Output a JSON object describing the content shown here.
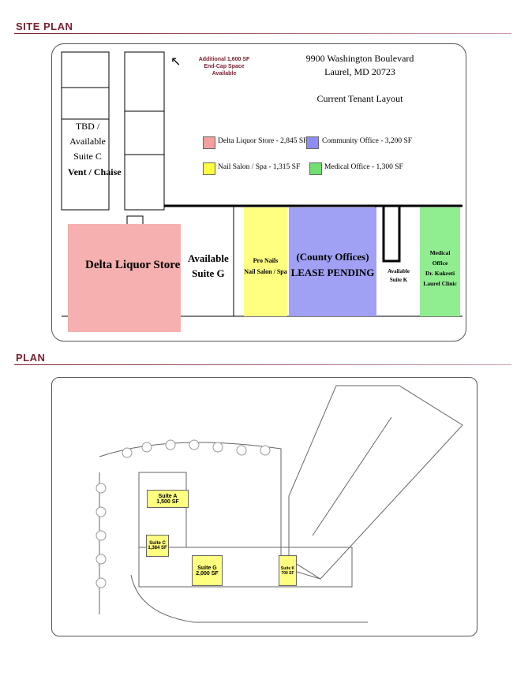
{
  "site_plan": {
    "heading": "SITE PLAN",
    "address_line1": "9900 Washington Boulevard",
    "address_line2": "Laurel, MD  20723",
    "subtitle": "Current Tenant Layout",
    "callout": [
      "Additional 1,600 SF",
      "End-Cap Space",
      "Available"
    ],
    "legend": [
      {
        "label": "Delta Liquor Store - 2,845 SF",
        "color": "#f4a0a0"
      },
      {
        "label": "Community Office - 3,200 SF",
        "color": "#8c8cf4"
      },
      {
        "label": "Nail Salon / Spa - 1,315 SF",
        "color": "#ffff40"
      },
      {
        "label": "Medical Office - 1,300 SF",
        "color": "#70e070"
      }
    ],
    "rooms": {
      "suite_c": [
        "TBD / Available",
        "Suite C"
      ],
      "vent": "Vent / Chaise",
      "delta": "Delta Liquor Store",
      "suite_g": [
        "Available",
        "Suite G"
      ],
      "nails": [
        "Pro Nails",
        "Nail Salon / Spa"
      ],
      "county": [
        "(County Offices)",
        "LEASE PENDING"
      ],
      "suite_k": [
        "Available",
        "Suite K"
      ],
      "medical": [
        "Medical",
        "Office",
        "Dr. Kukreti",
        "Laurel Clinic"
      ]
    }
  },
  "plan": {
    "heading": "PLAN",
    "suites": [
      {
        "name": "Suite A",
        "area": "1,500 SF"
      },
      {
        "name": "Suite C",
        "area": "1,384 SF"
      },
      {
        "name": "Suite G",
        "area": "2,000 SF"
      },
      {
        "name": "Suite K",
        "area": "700 SF"
      }
    ]
  }
}
